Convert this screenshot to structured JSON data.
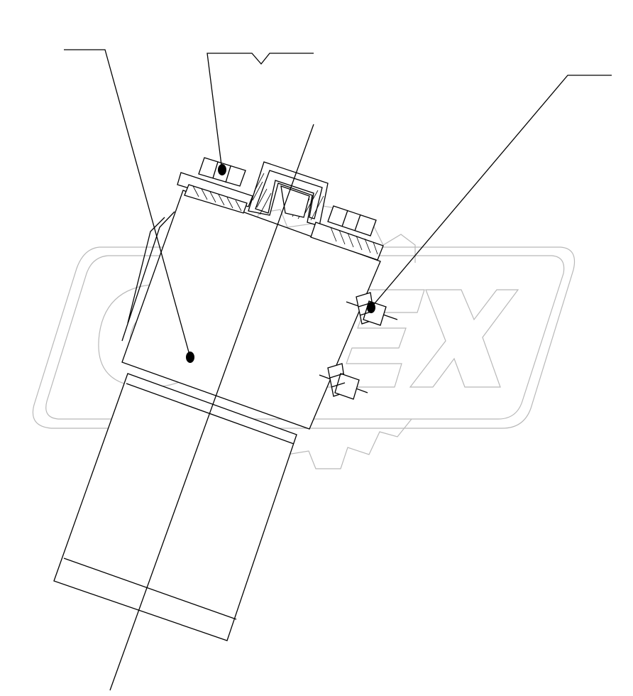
{
  "watermark": {
    "text": "OPEX",
    "color": "#b8b8b8"
  },
  "corner_note": "",
  "colors": {
    "line": "#000000",
    "background": "#ffffff"
  },
  "callouts": [
    {
      "id": "leader-body",
      "label": ""
    },
    {
      "id": "leader-top-bolt",
      "label": ""
    },
    {
      "id": "leader-side-nut",
      "label": ""
    }
  ]
}
